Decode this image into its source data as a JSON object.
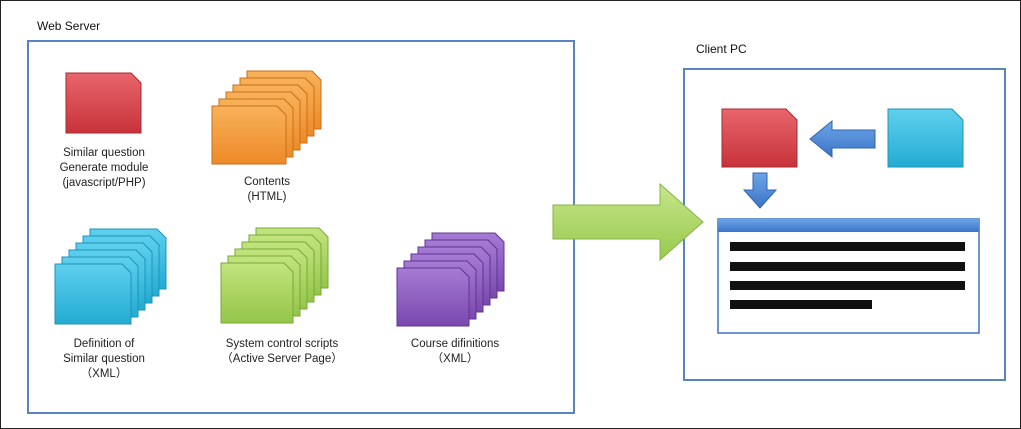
{
  "web_server": {
    "title": "Web Server",
    "items": [
      {
        "caption": "Similar question\nGenerate module\n(javascript/PHP)",
        "icon": "red-document-icon",
        "color": "#d9434b"
      },
      {
        "caption": "Contents\n(HTML)",
        "icon": "orange-document-stack-icon",
        "color": "#f39a3c"
      },
      {
        "caption": "Definition of\nSimilar question\n（XML）",
        "icon": "cyan-document-stack-icon",
        "color": "#34bde0"
      },
      {
        "caption": "System control scripts\n（Active Server Page）",
        "icon": "green-document-stack-icon",
        "color": "#a6d45a"
      },
      {
        "caption": "Course difinitions\n（XML）",
        "icon": "purple-document-stack-icon",
        "color": "#8a5bbf"
      }
    ]
  },
  "client_pc": {
    "title": "Client PC"
  },
  "colors": {
    "panel_border": "#5a84c0",
    "big_arrow": "#a6d45a",
    "small_arrow": "#4a87d6",
    "browser_bar": "#4a87d6"
  }
}
